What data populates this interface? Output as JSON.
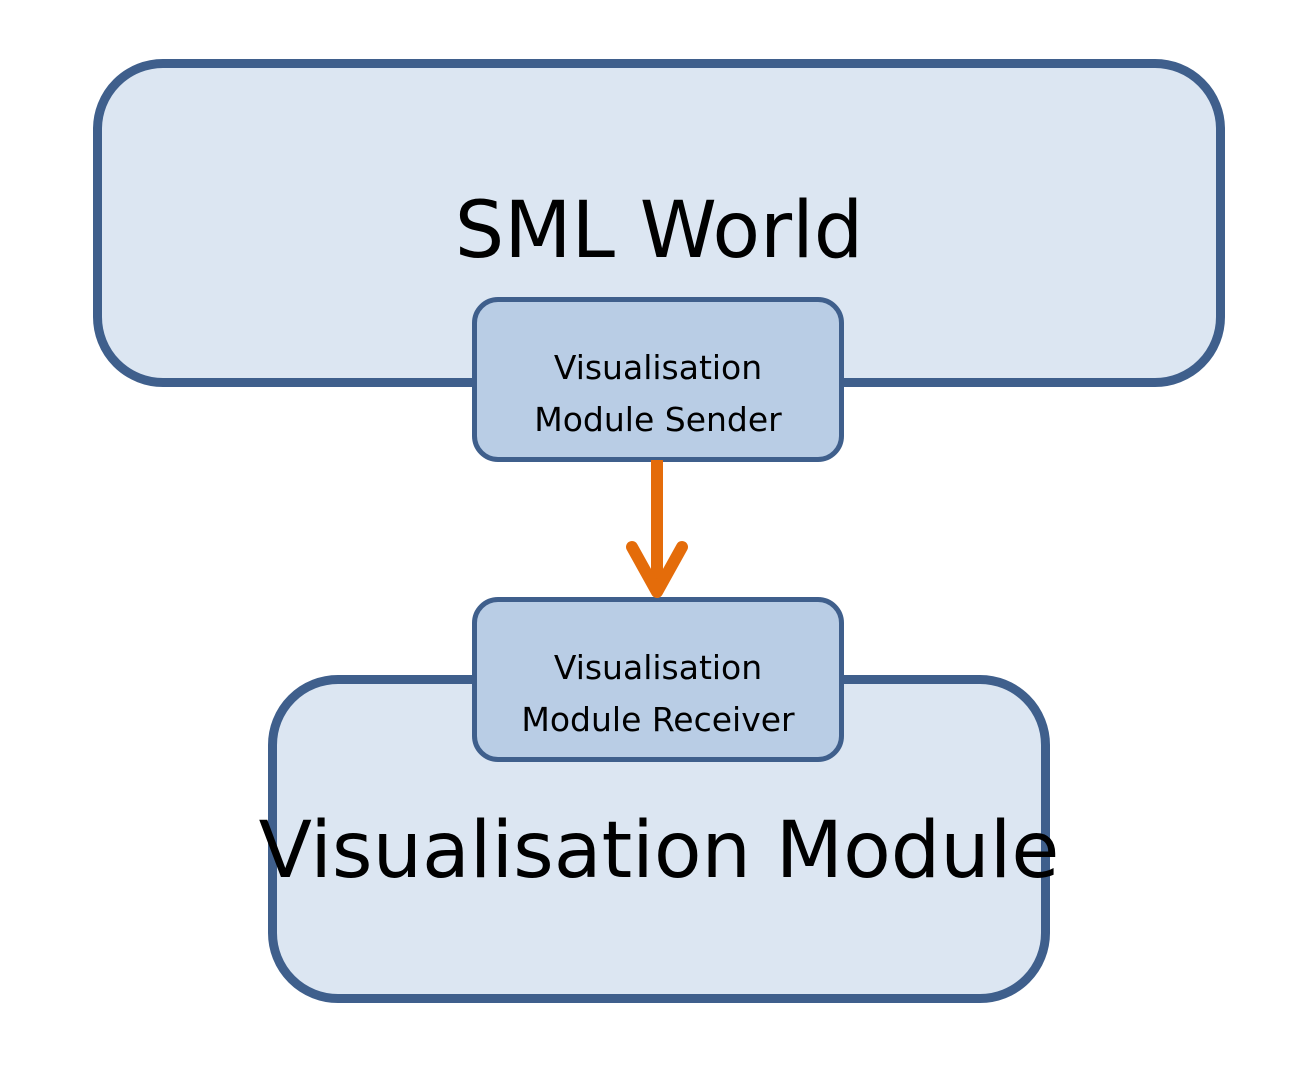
{
  "nodes": {
    "sml_world": {
      "label": "SML World"
    },
    "sender": {
      "line1": "Visualisation",
      "line2": "Module Sender"
    },
    "receiver": {
      "line1": "Visualisation",
      "line2": "Module Receiver"
    },
    "visualisation_module": {
      "label": "Visualisation Module"
    }
  },
  "edges": [
    {
      "from": "sender",
      "to": "receiver",
      "color": "#e46c0a"
    }
  ],
  "colors": {
    "border": "#3f5f8c",
    "big_fill": "#dce6f2",
    "small_fill": "#b9cde5",
    "arrow": "#e46c0a"
  }
}
